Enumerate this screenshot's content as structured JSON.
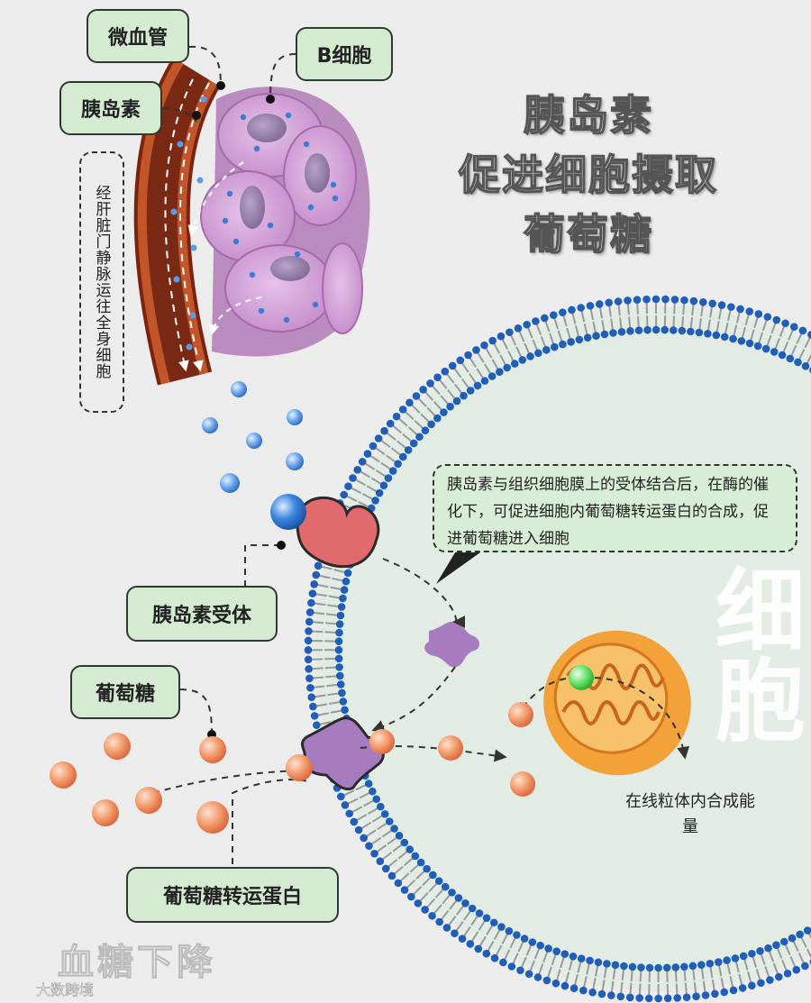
{
  "title": {
    "line1": "胰岛素",
    "line2": "促进细胞摄取",
    "line3": "葡萄糖"
  },
  "labels": {
    "capillary": "微血管",
    "b_cell": "B细胞",
    "insulin": "胰岛素",
    "portal_vein": "经肝脏门静脉运往全身细胞",
    "insulin_receptor": "胰岛素受体",
    "glucose": "葡萄糖",
    "glucose_transporter": "葡萄糖转运蛋白",
    "cell": "细胞",
    "callout": "胰岛素与组织细胞膜上的受体结合后，在酶的催化下，可促进细胞内葡萄糖转运蛋白的合成，促进葡萄糖进入细胞",
    "mitochondria_note": "在线粒体内合成能量",
    "blood_sugar_down": "血糖下降",
    "watermark": "大数跨境"
  },
  "colors": {
    "label_bg": "#d4ebd2",
    "membrane_head": "#1f5fb8",
    "membrane_tail": "#9a9a9a",
    "cytoplasm": "#e3ece4",
    "receptor": "#e06a6e",
    "transporter": "#a67bbf",
    "glucose": "#f08a5a",
    "insulin_dot": "#3a7bd5",
    "mitochondria": "#f3a23a",
    "vessel": "#8b2e16",
    "b_cell": "#c890c8"
  }
}
